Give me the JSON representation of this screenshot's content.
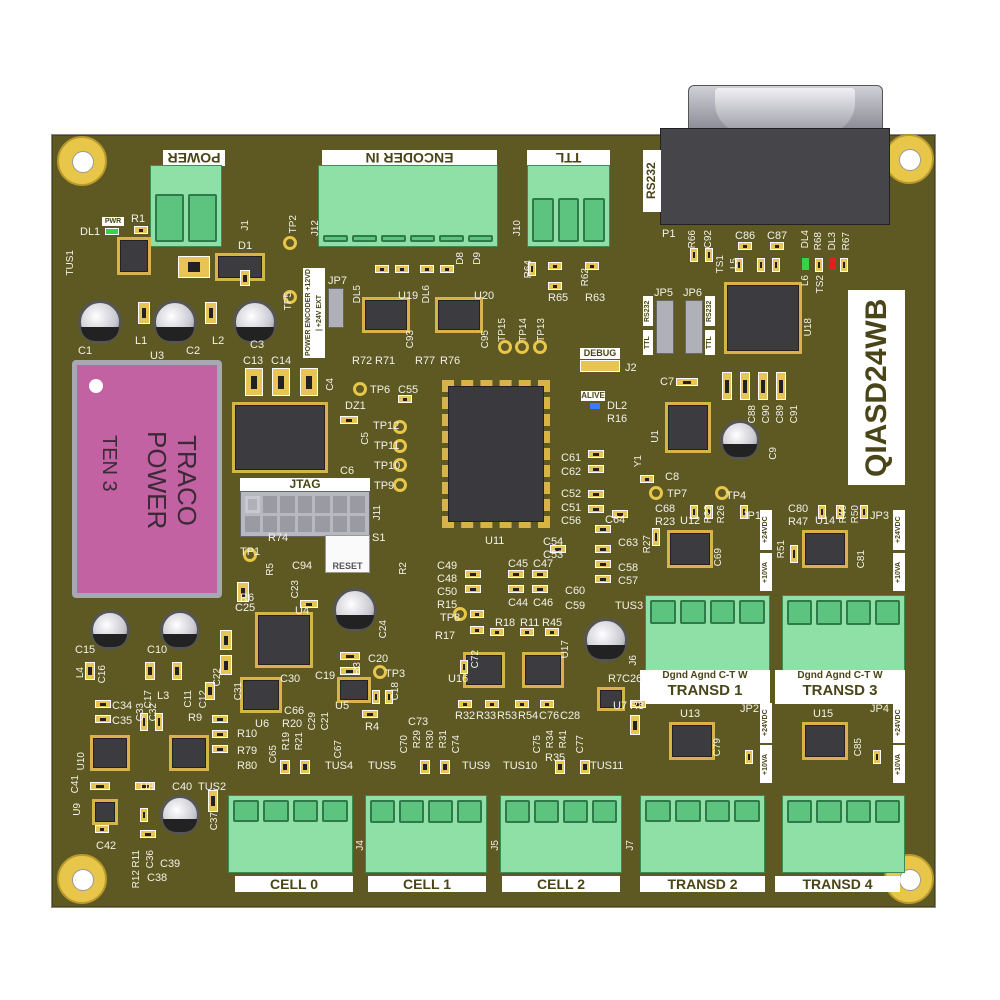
{
  "board": {
    "name": "QIASD24WB",
    "color": "#5e5823"
  },
  "connectors": {
    "power": "POWER",
    "encoder_in": "ENCODER IN",
    "ttl": "TTL",
    "rs232": "RS232",
    "jtag": "JTAG",
    "cell_0": "CELL 0",
    "cell_1": "CELL 1",
    "cell_2": "CELL 2",
    "transd_1": "TRANSD 1",
    "transd_2": "TRANSD 2",
    "transd_3": "TRANSD 3",
    "transd_4": "TRANSD 4",
    "transd_pins": "Dgnd Agnd C-T W"
  },
  "misc": {
    "reset": "RESET",
    "debug": "DEBUG",
    "alive": "ALIVE",
    "pwr": "PWR",
    "jp7_text": "POWER ENCODER +12VD | +24V EXT",
    "jp_ttl": "TTL",
    "jp_rs232": "RS232",
    "jp_24vdc": "+24VDC",
    "jp_10va": "+10VA"
  },
  "power_module": {
    "brand": "TRACO POWER",
    "model": "TEN 3"
  },
  "refdes": [
    "J1",
    "J12",
    "J10",
    "P1",
    "DL1",
    "R1",
    "TUS1",
    "D1",
    "TP2",
    "TP5",
    "JP7",
    "DL5",
    "DL6",
    "U19",
    "U20",
    "D8",
    "D9",
    "R72",
    "R71",
    "R77",
    "R76",
    "C93",
    "C95",
    "TP15",
    "TP14",
    "TP13",
    "R64",
    "R65",
    "R62",
    "R63",
    "R66",
    "C92",
    "TS1",
    "L5",
    "C86",
    "C87",
    "DL4",
    "R68",
    "DL3",
    "R67",
    "TS2",
    "L6",
    "U18",
    "JP5",
    "JP6",
    "J2",
    "DL2",
    "R16",
    "C7",
    "U1",
    "C9",
    "C88",
    "C90",
    "C89",
    "C91",
    "Y1",
    "C8",
    "TP7",
    "C61",
    "C62",
    "C52",
    "C51",
    "C64",
    "C1",
    "C2",
    "C3",
    "L1",
    "L2",
    "U3",
    "C13",
    "C14",
    "C4",
    "TP6",
    "C55",
    "DZ1",
    "TP12",
    "TP11",
    "TP10",
    "TP9",
    "C5",
    "C6",
    "U11",
    "J11",
    "R74",
    "C94",
    "S1",
    "R2",
    "TP1",
    "R5",
    "R6",
    "C23",
    "C25",
    "U4",
    "C24",
    "C15",
    "C10",
    "C20",
    "C19",
    "TP3",
    "R3",
    "C18",
    "U5",
    "R4",
    "C30",
    "U6",
    "C31",
    "L4",
    "C16",
    "C17",
    "L3",
    "C11",
    "C12",
    "C22",
    "C34",
    "C35",
    "C33",
    "C32",
    "R9",
    "R10",
    "R79",
    "R80",
    "U10",
    "U8",
    "C41",
    "C40",
    "U9",
    "C42",
    "C39",
    "TUS2",
    "C37",
    "R11",
    "R12",
    "C36",
    "C38",
    "TUS4",
    "TUS5",
    "TUS9",
    "TUS10",
    "TUS11",
    "J4",
    "J5",
    "J7",
    "C49",
    "C48",
    "C50",
    "R15",
    "TP8",
    "R17",
    "R18",
    "R11",
    "R45",
    "U16",
    "U17",
    "C72",
    "R32",
    "R33",
    "R53",
    "R54",
    "C76",
    "C28",
    "U7",
    "R7",
    "C26",
    "R8",
    "TUS3",
    "J6",
    "C45",
    "C47",
    "C44",
    "C46",
    "C54",
    "C53",
    "C56",
    "C63",
    "C58",
    "C57",
    "C60",
    "C59",
    "C68",
    "R23",
    "R27",
    "U12",
    "R22",
    "R26",
    "TP4",
    "JP1",
    "C69",
    "C80",
    "R47",
    "U14",
    "R46",
    "R50",
    "JP3",
    "R51",
    "C81",
    "U13",
    "JP2",
    "C79",
    "U15",
    "JP4",
    "C85",
    "C65",
    "C66",
    "C29",
    "C21",
    "R19",
    "R20",
    "R21",
    "C67",
    "C70",
    "C73",
    "R29",
    "R30",
    "R31",
    "C74",
    "C75",
    "R34",
    "R35",
    "R41",
    "C77"
  ]
}
